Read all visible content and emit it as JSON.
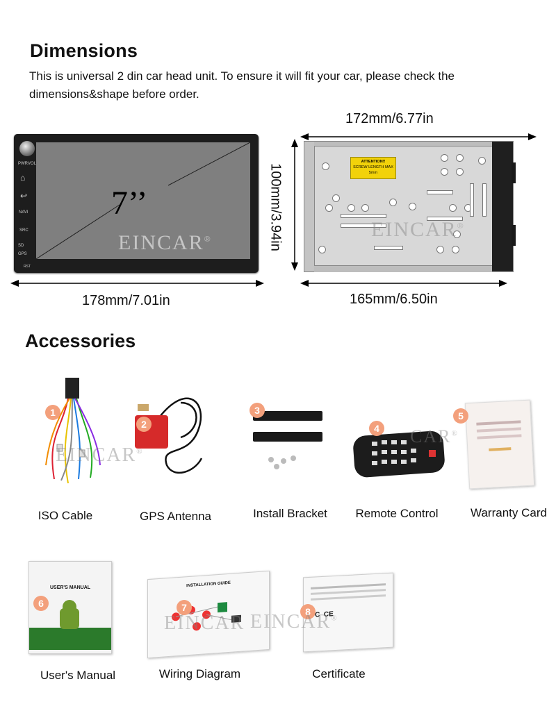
{
  "dimensions": {
    "title": "Dimensions",
    "desc_line1": "This is universal 2 din car head unit. To ensure it will fit your car, please check the",
    "desc_line2": "dimensions&shape before order.",
    "front_width": "178mm/7.01in",
    "top_width": "172mm/6.77in",
    "height": "100mm/3.94in",
    "bottom_width": "165mm/6.50in",
    "screen_size": "7’’",
    "watermark": "EINCAR",
    "reg": "®",
    "attention_title": "ATTENTION!!",
    "attention_body": "SCREW LENGTH MAX",
    "attention_unit": "5mm",
    "buttons": [
      "PWR",
      "VOL",
      "NAVI",
      "SRC",
      "SD",
      "GPS",
      "RST"
    ]
  },
  "accessories": {
    "title": "Accessories",
    "items": [
      {
        "num": "1",
        "label": "ISO Cable"
      },
      {
        "num": "2",
        "label": "GPS Antenna"
      },
      {
        "num": "3",
        "label": "Install Bracket"
      },
      {
        "num": "4",
        "label": "Remote Control"
      },
      {
        "num": "5",
        "label": "Warranty Card"
      },
      {
        "num": "6",
        "label": "User's Manual"
      },
      {
        "num": "7",
        "label": "Wiring Diagram"
      },
      {
        "num": "8",
        "label": "Certificate"
      }
    ],
    "manual_title": "USER'S MANUAL",
    "wiring_title": "INSTALLATION GUIDE"
  }
}
